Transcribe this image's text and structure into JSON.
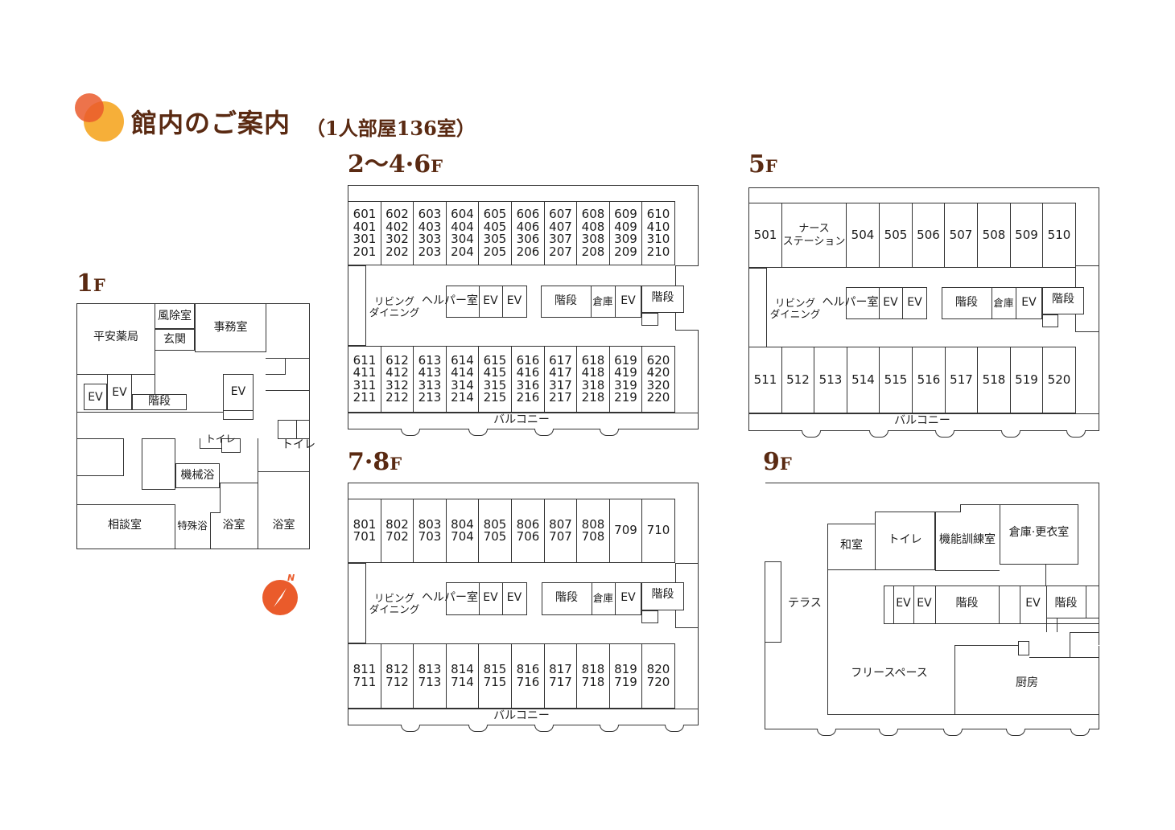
{
  "header": {
    "title": "館内のご案内",
    "subtitle": "（1人部屋136室）"
  },
  "floor_labels": {
    "f1": "1",
    "f2_4_6": "2〜4·6",
    "f5": "5",
    "f7_8": "7·8",
    "f9": "9",
    "suffix": "F"
  },
  "compass": {
    "label": "N"
  },
  "f1": {
    "pharmacy": "平安薬局",
    "windbreak": "風除室",
    "entrance": "玄関",
    "office": "事務室",
    "ev_left": "EV",
    "ev_mid": "EV",
    "ev_right": "EV",
    "stairs": "階段",
    "toilet_a": "トイレ",
    "toilet_b": "トイレ",
    "machine_bath": "機械浴",
    "consultation": "相談室",
    "special_bath": "特殊浴",
    "bath_a": "浴室",
    "bath_b": "浴室"
  },
  "common": {
    "living": "リビング",
    "dining": "ダイニング",
    "helper": "ヘルパー室",
    "ev": "EV",
    "stairs": "階段",
    "storage": "倉庫",
    "balcony": "バルコニー"
  },
  "f2": {
    "top_rooms": [
      [
        "601",
        "401",
        "301",
        "201"
      ],
      [
        "602",
        "402",
        "302",
        "202"
      ],
      [
        "603",
        "403",
        "303",
        "203"
      ],
      [
        "604",
        "404",
        "304",
        "204"
      ],
      [
        "605",
        "405",
        "305",
        "205"
      ],
      [
        "606",
        "406",
        "306",
        "206"
      ],
      [
        "607",
        "407",
        "307",
        "207"
      ],
      [
        "608",
        "408",
        "308",
        "208"
      ],
      [
        "609",
        "409",
        "309",
        "209"
      ],
      [
        "610",
        "410",
        "310",
        "210"
      ]
    ],
    "bottom_rooms": [
      [
        "611",
        "411",
        "311",
        "211"
      ],
      [
        "612",
        "412",
        "312",
        "212"
      ],
      [
        "613",
        "413",
        "313",
        "213"
      ],
      [
        "614",
        "414",
        "314",
        "214"
      ],
      [
        "615",
        "415",
        "315",
        "215"
      ],
      [
        "616",
        "416",
        "316",
        "216"
      ],
      [
        "617",
        "417",
        "317",
        "217"
      ],
      [
        "618",
        "418",
        "318",
        "218"
      ],
      [
        "619",
        "419",
        "319",
        "219"
      ],
      [
        "620",
        "420",
        "320",
        "220"
      ]
    ]
  },
  "f5": {
    "top_rooms": [
      [
        "501"
      ],
      [
        "ナース",
        "ステーション"
      ],
      [
        "504"
      ],
      [
        "505"
      ],
      [
        "506"
      ],
      [
        "507"
      ],
      [
        "508"
      ],
      [
        "509"
      ],
      [
        "510"
      ]
    ],
    "bottom_rooms": [
      [
        "511"
      ],
      [
        "512"
      ],
      [
        "513"
      ],
      [
        "514"
      ],
      [
        "515"
      ],
      [
        "516"
      ],
      [
        "517"
      ],
      [
        "518"
      ],
      [
        "519"
      ],
      [
        "520"
      ]
    ]
  },
  "f7": {
    "top_rooms": [
      [
        "801",
        "701"
      ],
      [
        "802",
        "702"
      ],
      [
        "803",
        "703"
      ],
      [
        "804",
        "704"
      ],
      [
        "805",
        "705"
      ],
      [
        "806",
        "706"
      ],
      [
        "807",
        "707"
      ],
      [
        "808",
        "708"
      ],
      [
        "709"
      ],
      [
        "710"
      ]
    ],
    "bottom_rooms": [
      [
        "811",
        "711"
      ],
      [
        "812",
        "712"
      ],
      [
        "813",
        "713"
      ],
      [
        "814",
        "714"
      ],
      [
        "815",
        "715"
      ],
      [
        "816",
        "716"
      ],
      [
        "817",
        "717"
      ],
      [
        "818",
        "718"
      ],
      [
        "819",
        "719"
      ],
      [
        "820",
        "720"
      ]
    ]
  },
  "f9": {
    "washitsu": "和室",
    "toilet": "トイレ",
    "training": "機能訓練室",
    "storage_locker": "倉庫·更衣室",
    "terrace": "テラス",
    "ev_a": "EV",
    "ev_b": "EV",
    "stairs_a": "階段",
    "ev_c": "EV",
    "stairs_b": "階段",
    "free_space": "フリースペース",
    "kitchen": "厨房"
  },
  "colors": {
    "title": "#5a2a12",
    "accent_orange": "#f08a1c",
    "accent_red": "#e8542a",
    "line": "#333333"
  }
}
